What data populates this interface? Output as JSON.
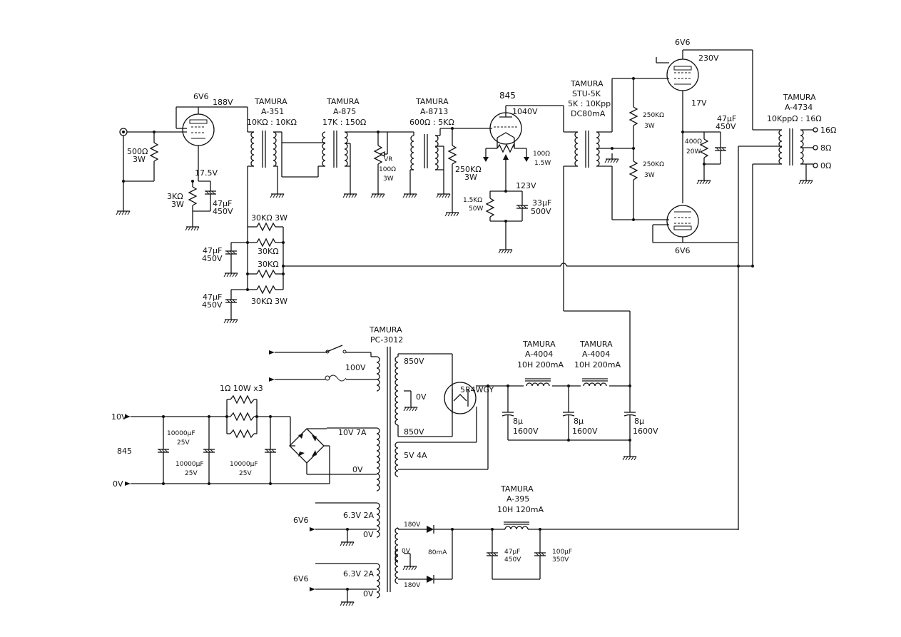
{
  "labels": {
    "v6_1": "6V6",
    "v188": "188V",
    "r500": "500Ω",
    "w3a": "3W",
    "v17_5": "17.5V",
    "r3k": "3KΩ",
    "w3b": "3W",
    "c47a": "47μF",
    "c450a": "450V",
    "tam_a351": "TAMURA",
    "a351": "A-351",
    "imp_a351": "10KΩ : 10KΩ",
    "tam_a875": "TAMURA",
    "a875": "A-875",
    "imp_a875": "17K : 150Ω",
    "vr": "VR",
    "r100vr": "100Ω",
    "w3vr": "3W",
    "tam_a8713": "TAMURA",
    "a8713": "A-8713",
    "imp_a8713": "600Ω : 5KΩ",
    "r250k": "250KΩ",
    "w3c": "3W",
    "t845": "845",
    "v1040": "1040V",
    "r100hum": "100Ω",
    "w15": "1.5W",
    "v123": "123V",
    "r15k": "1.5KΩ",
    "w50": "50W",
    "c33": "33μF",
    "c500v": "500V",
    "tam_stu": "TAMURA",
    "stu5k": "STU-5K",
    "imp_stu": "5K : 10Kpp",
    "dc80": "DC80mA",
    "r250k_top": "250KΩ",
    "w3d": "3W",
    "r250k_bot": "250KΩ",
    "w3e": "3W",
    "v6_top": "6V6",
    "v230": "230V",
    "v6_bot": "6V6",
    "v17": "17V",
    "r400": "400Ω",
    "w20": "20W",
    "c47b": "47μF",
    "c450b": "450V",
    "tam_a4734": "TAMURA",
    "a4734": "A-4734",
    "imp_a4734": "10KppΩ  :  16Ω",
    "o16": "16Ω",
    "o8": "8Ω",
    "o0": "0Ω",
    "r30k_1": "30KΩ  3W",
    "r30k_2": "30KΩ",
    "r30k_3": "30KΩ",
    "r30k_4": "30KΩ  3W",
    "c47c": "47μF",
    "c450c": "450V",
    "c47d": "47μF",
    "c450d": "450V",
    "tam_pc": "TAMURA",
    "pc3012": "PC-3012",
    "v100": "100V",
    "v850a": "850V",
    "v0a": "0V",
    "v850b": "850V",
    "r5r4": "5R4WGY",
    "v10_7": "10V  7A",
    "v0b": "0V",
    "v5_4": "5V  4A",
    "tam_ch1": "TAMURA",
    "ch1": "A-4004",
    "ch1_spec": "10H 200mA",
    "tam_ch2": "TAMURA",
    "ch2": "A-4004",
    "ch2_spec": "10H 200mA",
    "c8a": "8μ",
    "v1600a": "1600V",
    "c8b": "8μ",
    "v1600b": "1600V",
    "c8c": "8μ",
    "v1600c": "1600V",
    "r1": "1Ω  10W  x3",
    "out10v": "10V",
    "out845": "845",
    "out0v": "0V",
    "c10000a": "10000μF",
    "v25a": "25V",
    "c10000b": "10000μF",
    "v25b": "25V",
    "c10000c": "10000μF",
    "v25c": "25V",
    "v63a": "6.3V 2A",
    "v0c": "0V",
    "out6v6a": "6V6",
    "v63b": "6.3V 2A",
    "v0d": "0V",
    "out6v6b": "6V6",
    "v180a": "180V",
    "v0e": "0V",
    "ma80": "80mA",
    "v180b": "180V",
    "tam_a395": "TAMURA",
    "a395": "A-395",
    "a395_spec": "10H 120mA",
    "c47e": "47μF",
    "c450e": "450V",
    "c100": "100μF",
    "c350": "350V"
  }
}
